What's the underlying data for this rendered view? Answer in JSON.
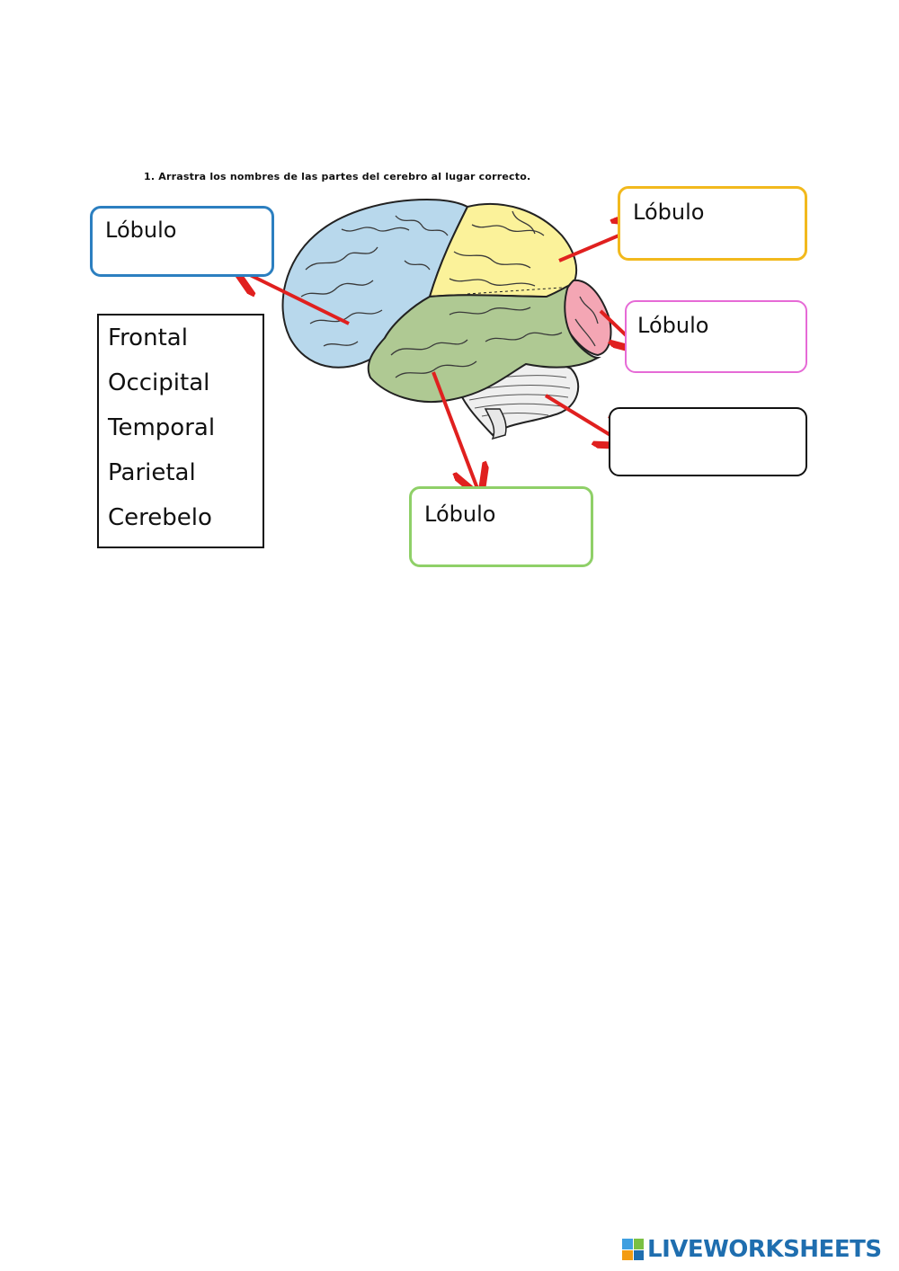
{
  "instruction": "1. Arrastra los nombres de las partes del cerebro al lugar correcto.",
  "labels": {
    "frontal_box": "Lóbulo",
    "parietal_box": "Lóbulo",
    "occipital_box": "Lóbulo",
    "cerebellum_box": "",
    "temporal_box": "Lóbulo"
  },
  "word_bank": [
    "Frontal",
    "Occipital",
    "Temporal",
    "Parietal",
    "Cerebelo"
  ],
  "footer": {
    "brand": "LIVEWORKSHEETS"
  },
  "colors": {
    "frontal": "#b8d8ec",
    "parietal": "#fbf29a",
    "occipital": "#f4a6b4",
    "temporal": "#afc993",
    "cerebellum": "#efefef",
    "arrow": "#e0201f",
    "box_blue": "#2c7fc0",
    "box_yellow": "#f2b91d",
    "box_pink": "#e66ad6",
    "box_green": "#8fd068"
  }
}
